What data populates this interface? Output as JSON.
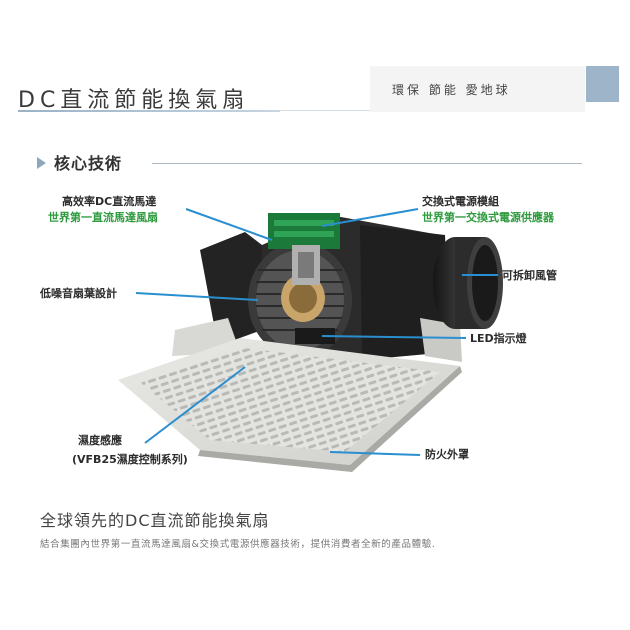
{
  "header": {
    "title": "DC直流節能換氣扇",
    "slogan": "環保  節能  愛地球"
  },
  "section": {
    "title": "核心技術"
  },
  "callouts": {
    "dc_motor_line1": "高效率DC直流馬達",
    "dc_motor_line2": "世界第一直流馬達風扇",
    "power_module_line1": "交換式電源模組",
    "power_module_line2": "世界第一交換式電源供應器",
    "blade": "低噪音扇葉設計",
    "duct": "可拆卸風管",
    "led": "LED指示燈",
    "humidity_line1": "濕度感應",
    "humidity_line2": "(VFB25濕度控制系列)",
    "grille": "防火外罩"
  },
  "footer": {
    "heading": "全球領先的DC直流節能換氣扇",
    "text": "結合集團內世界第一直流馬達風扇&交換式電源供應器技術，提供消費者全新的產品體驗."
  },
  "colors": {
    "accent_blue": "#9eb4c8",
    "callout_line": "#2a8fd0",
    "green_text": "#2e9b3f"
  }
}
